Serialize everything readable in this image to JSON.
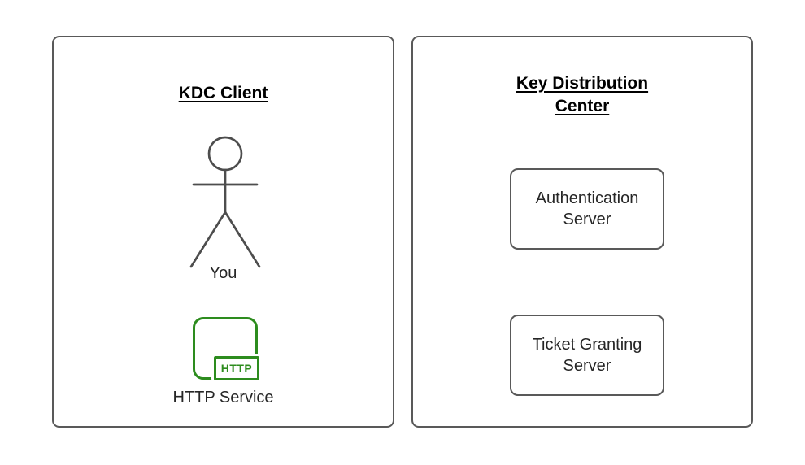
{
  "left_panel": {
    "title": "KDC Client",
    "actor_label": "You",
    "service": {
      "badge": "HTTP",
      "label": "HTTP Service"
    }
  },
  "right_panel": {
    "title": "Key Distribution Center",
    "servers": [
      {
        "label": "Authentication Server"
      },
      {
        "label": "Ticket Granting Server"
      }
    ]
  },
  "colors": {
    "panel_border": "#595959",
    "actor_stroke": "#4d4d4d",
    "service_green": "#2d8c1e",
    "heading_text": "#000000",
    "label_text": "#262626",
    "background": "#ffffff"
  }
}
